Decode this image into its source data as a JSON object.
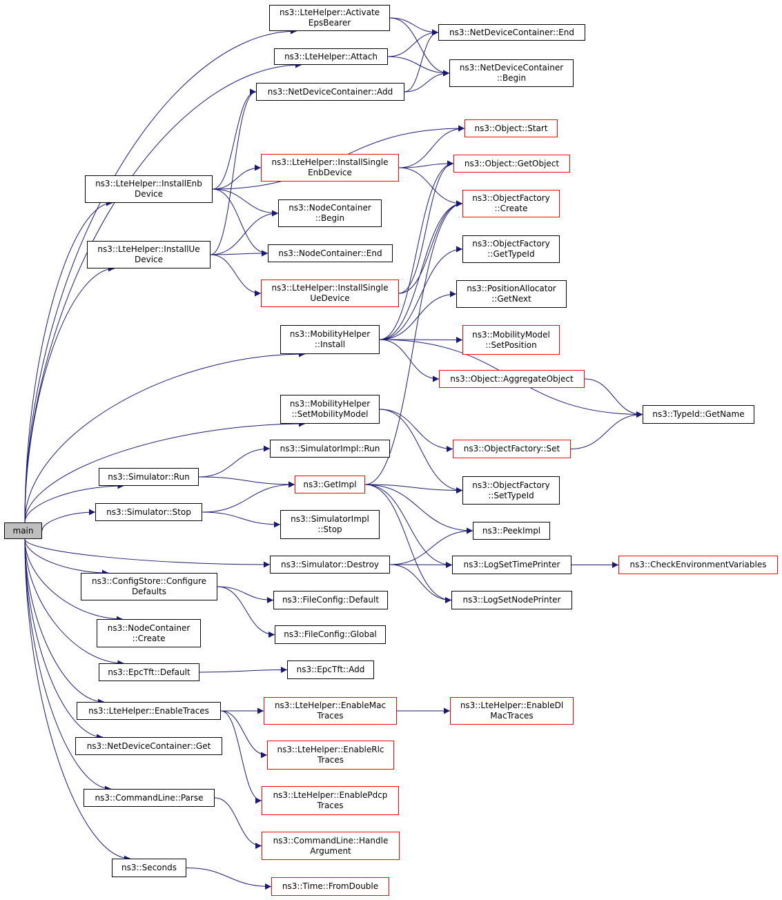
{
  "colors": {
    "edge": "#191970",
    "node_border": "#000000",
    "incomplete_border": "#ff0000",
    "root_fill": "#bfbfbf"
  },
  "nodes": [
    {
      "id": "main",
      "label": "main",
      "style": "root"
    },
    {
      "id": "activate",
      "label": "ns3::LteHelper::Activate\nEpsBearer",
      "style": "normal"
    },
    {
      "id": "ndcEnd",
      "label": "ns3::NetDeviceContainer::End",
      "style": "normal"
    },
    {
      "id": "attach",
      "label": "ns3::LteHelper::Attach",
      "style": "normal"
    },
    {
      "id": "ndcBegin",
      "label": "ns3::NetDeviceContainer\n::Begin",
      "style": "normal"
    },
    {
      "id": "ndcAdd",
      "label": "ns3::NetDeviceContainer::Add",
      "style": "normal"
    },
    {
      "id": "objStart",
      "label": "ns3::Object::Start",
      "style": "red"
    },
    {
      "id": "installEnbSingle",
      "label": "ns3::LteHelper::InstallSingle\nEnbDevice",
      "style": "red"
    },
    {
      "id": "objGetObject",
      "label": "ns3::Object::GetObject",
      "style": "red"
    },
    {
      "id": "installEnb",
      "label": "ns3::LteHelper::InstallEnb\nDevice",
      "style": "normal"
    },
    {
      "id": "ofCreate",
      "label": "ns3::ObjectFactory\n::Create",
      "style": "red"
    },
    {
      "id": "ncBegin",
      "label": "ns3::NodeContainer\n::Begin",
      "style": "normal"
    },
    {
      "id": "installUe",
      "label": "ns3::LteHelper::InstallUe\nDevice",
      "style": "normal"
    },
    {
      "id": "ncEnd",
      "label": "ns3::NodeContainer::End",
      "style": "normal"
    },
    {
      "id": "ofGetTypeId",
      "label": "ns3::ObjectFactory\n::GetTypeId",
      "style": "normal"
    },
    {
      "id": "installUeSingle",
      "label": "ns3::LteHelper::InstallSingle\nUeDevice",
      "style": "red"
    },
    {
      "id": "paGetNext",
      "label": "ns3::PositionAllocator\n::GetNext",
      "style": "normal"
    },
    {
      "id": "mhInstall",
      "label": "ns3::MobilityHelper\n::Install",
      "style": "normal"
    },
    {
      "id": "mmSetPosition",
      "label": "ns3::MobilityModel\n::SetPosition",
      "style": "red"
    },
    {
      "id": "objAggregate",
      "label": "ns3::Object::AggregateObject",
      "style": "red"
    },
    {
      "id": "mhSetModel",
      "label": "ns3::MobilityHelper\n::SetMobilityModel",
      "style": "normal"
    },
    {
      "id": "typeGetName",
      "label": "ns3::TypeId::GetName",
      "style": "normal"
    },
    {
      "id": "simImplRun",
      "label": "ns3::SimulatorImpl::Run",
      "style": "normal"
    },
    {
      "id": "ofSet",
      "label": "ns3::ObjectFactory::Set",
      "style": "red"
    },
    {
      "id": "simRun",
      "label": "ns3::Simulator::Run",
      "style": "normal"
    },
    {
      "id": "getImpl",
      "label": "ns3::GetImpl",
      "style": "red"
    },
    {
      "id": "ofSetTypeId",
      "label": "ns3::ObjectFactory\n::SetTypeId",
      "style": "normal"
    },
    {
      "id": "simStop",
      "label": "ns3::Simulator::Stop",
      "style": "normal"
    },
    {
      "id": "simImplStop",
      "label": "ns3::SimulatorImpl\n::Stop",
      "style": "normal"
    },
    {
      "id": "peekImpl",
      "label": "ns3::PeekImpl",
      "style": "normal"
    },
    {
      "id": "simDestroy",
      "label": "ns3::Simulator::Destroy",
      "style": "normal"
    },
    {
      "id": "logTime",
      "label": "ns3::LogSetTimePrinter",
      "style": "normal"
    },
    {
      "id": "checkEnv",
      "label": "ns3::CheckEnvironmentVariables",
      "style": "red"
    },
    {
      "id": "configStore",
      "label": "ns3::ConfigStore::Configure\nDefaults",
      "style": "normal"
    },
    {
      "id": "fcDefault",
      "label": "ns3::FileConfig::Default",
      "style": "normal"
    },
    {
      "id": "logNode",
      "label": "ns3::LogSetNodePrinter",
      "style": "normal"
    },
    {
      "id": "fcGlobal",
      "label": "ns3::FileConfig::Global",
      "style": "normal"
    },
    {
      "id": "ncCreate",
      "label": "ns3::NodeContainer\n::Create",
      "style": "normal"
    },
    {
      "id": "epcDefault",
      "label": "ns3::EpcTft::Default",
      "style": "normal"
    },
    {
      "id": "epcAdd",
      "label": "ns3::EpcTft::Add",
      "style": "normal"
    },
    {
      "id": "enableTraces",
      "label": "ns3::LteHelper::EnableTraces",
      "style": "normal"
    },
    {
      "id": "enableMac",
      "label": "ns3::LteHelper::EnableMac\nTraces",
      "style": "red"
    },
    {
      "id": "enableDlMac",
      "label": "ns3::LteHelper::EnableDl\nMacTraces",
      "style": "red"
    },
    {
      "id": "ndcGet",
      "label": "ns3::NetDeviceContainer::Get",
      "style": "normal"
    },
    {
      "id": "enableRlc",
      "label": "ns3::LteHelper::EnableRlc\nTraces",
      "style": "red"
    },
    {
      "id": "enablePdcp",
      "label": "ns3::LteHelper::EnablePdcp\nTraces",
      "style": "red"
    },
    {
      "id": "clParse",
      "label": "ns3::CommandLine::Parse",
      "style": "normal"
    },
    {
      "id": "clHandle",
      "label": "ns3::CommandLine::Handle\nArgument",
      "style": "red"
    },
    {
      "id": "seconds",
      "label": "ns3::Seconds",
      "style": "normal"
    },
    {
      "id": "timeFromDouble",
      "label": "ns3::Time::FromDouble",
      "style": "red"
    }
  ],
  "edges": [
    [
      "main",
      "activate"
    ],
    [
      "main",
      "attach"
    ],
    [
      "main",
      "installEnb"
    ],
    [
      "main",
      "installUe"
    ],
    [
      "main",
      "mhInstall"
    ],
    [
      "main",
      "mhSetModel"
    ],
    [
      "main",
      "simRun"
    ],
    [
      "main",
      "simStop"
    ],
    [
      "main",
      "simDestroy"
    ],
    [
      "main",
      "configStore"
    ],
    [
      "main",
      "ncCreate"
    ],
    [
      "main",
      "epcDefault"
    ],
    [
      "main",
      "enableTraces"
    ],
    [
      "main",
      "ndcGet"
    ],
    [
      "main",
      "clParse"
    ],
    [
      "main",
      "seconds"
    ],
    [
      "activate",
      "ndcEnd"
    ],
    [
      "activate",
      "ndcBegin"
    ],
    [
      "attach",
      "ndcEnd"
    ],
    [
      "attach",
      "ndcBegin"
    ],
    [
      "ndcAdd",
      "ndcBegin"
    ],
    [
      "ndcAdd",
      "ndcEnd"
    ],
    [
      "installEnb",
      "ndcAdd"
    ],
    [
      "installEnb",
      "objStart"
    ],
    [
      "installEnb",
      "installEnbSingle"
    ],
    [
      "installEnb",
      "ncBegin"
    ],
    [
      "installEnb",
      "ncEnd"
    ],
    [
      "installEnbSingle",
      "objStart"
    ],
    [
      "installEnbSingle",
      "objGetObject"
    ],
    [
      "installEnbSingle",
      "ofCreate"
    ],
    [
      "installUe",
      "ndcAdd"
    ],
    [
      "installUe",
      "ncBegin"
    ],
    [
      "installUe",
      "ncEnd"
    ],
    [
      "installUe",
      "installUeSingle"
    ],
    [
      "installUeSingle",
      "objGetObject"
    ],
    [
      "installUeSingle",
      "ofCreate"
    ],
    [
      "mhInstall",
      "objGetObject"
    ],
    [
      "mhInstall",
      "ofCreate"
    ],
    [
      "mhInstall",
      "ofGetTypeId"
    ],
    [
      "mhInstall",
      "paGetNext"
    ],
    [
      "mhInstall",
      "mmSetPosition"
    ],
    [
      "mhInstall",
      "objAggregate"
    ],
    [
      "mhInstall",
      "typeGetName"
    ],
    [
      "objAggregate",
      "typeGetName"
    ],
    [
      "mhSetModel",
      "ofSet"
    ],
    [
      "mhSetModel",
      "ofSetTypeId"
    ],
    [
      "ofSet",
      "typeGetName"
    ],
    [
      "simRun",
      "simImplRun"
    ],
    [
      "simRun",
      "getImpl"
    ],
    [
      "getImpl",
      "ofCreate"
    ],
    [
      "getImpl",
      "ofSetTypeId"
    ],
    [
      "getImpl",
      "peekImpl"
    ],
    [
      "getImpl",
      "logTime"
    ],
    [
      "getImpl",
      "logNode"
    ],
    [
      "simStop",
      "getImpl"
    ],
    [
      "simStop",
      "simImplStop"
    ],
    [
      "simDestroy",
      "peekImpl"
    ],
    [
      "simDestroy",
      "logTime"
    ],
    [
      "simDestroy",
      "logNode"
    ],
    [
      "logTime",
      "checkEnv"
    ],
    [
      "configStore",
      "fcDefault"
    ],
    [
      "configStore",
      "fcGlobal"
    ],
    [
      "epcDefault",
      "epcAdd"
    ],
    [
      "enableTraces",
      "enableMac"
    ],
    [
      "enableTraces",
      "enableRlc"
    ],
    [
      "enableTraces",
      "enablePdcp"
    ],
    [
      "enableMac",
      "enableDlMac"
    ],
    [
      "clParse",
      "clHandle"
    ],
    [
      "seconds",
      "timeFromDouble"
    ]
  ]
}
